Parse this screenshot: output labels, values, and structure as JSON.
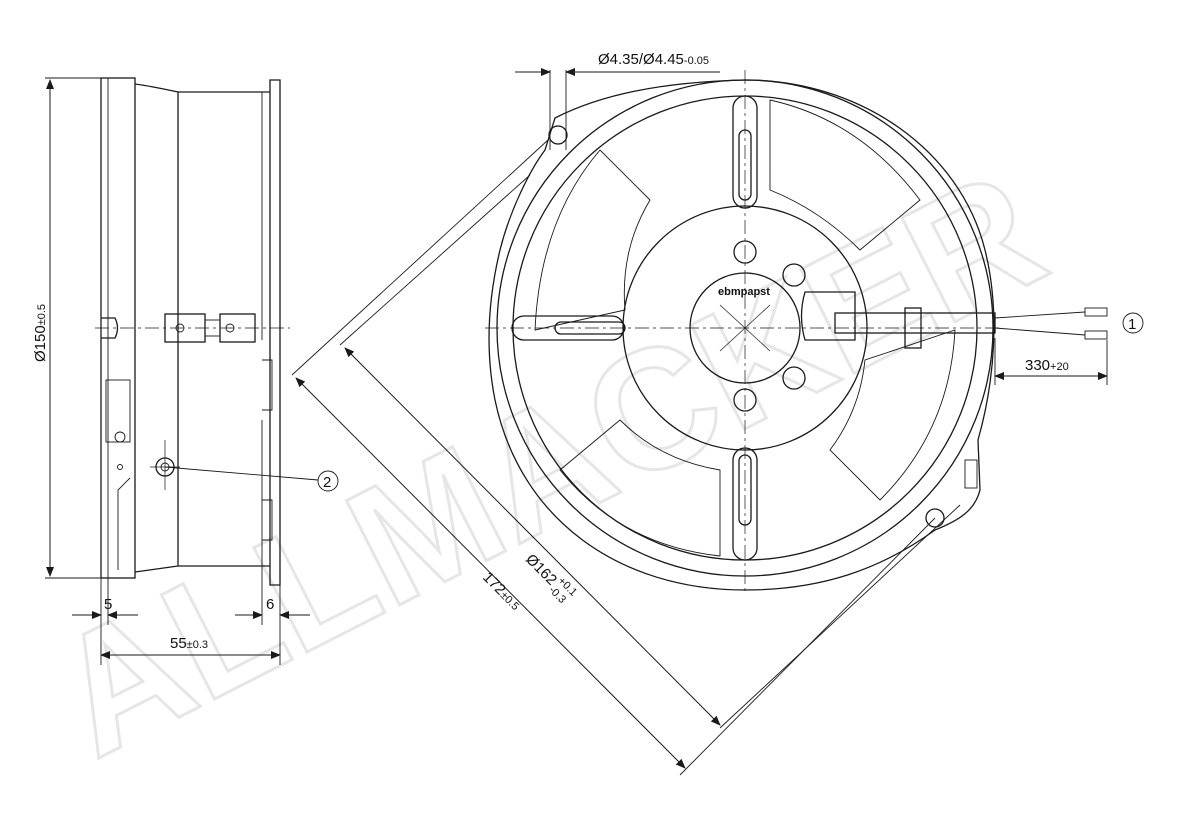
{
  "watermark": "ALLMACKER",
  "brand": "ebmpapst",
  "dimensions": {
    "diameter_150": "Ø150",
    "diameter_150_tol": "±0.5",
    "width_55": "55",
    "width_55_tol": "±0.3",
    "flange_left": "5",
    "flange_right": "6",
    "hole": "Ø4.35/Ø4.45",
    "hole_tol": "-0.05",
    "diameter_162": "Ø162",
    "diameter_162_tol_upper": "+0.1",
    "diameter_162_tol_lower": "-0.3",
    "diag_172": "172",
    "diag_172_tol": "±0.5",
    "lead_330": "330",
    "lead_330_tol": "+20"
  },
  "callouts": {
    "one": "1",
    "two": "2"
  }
}
